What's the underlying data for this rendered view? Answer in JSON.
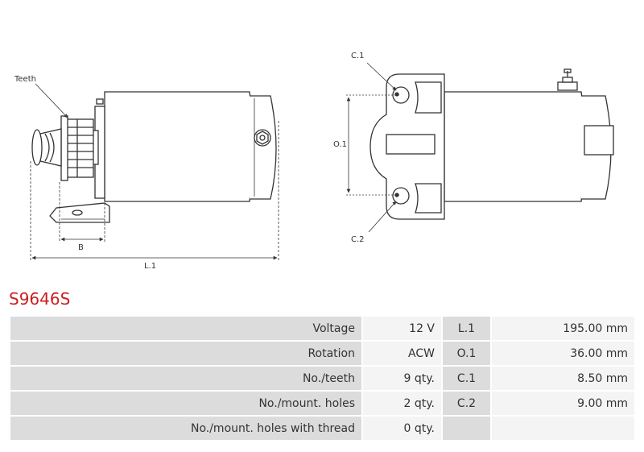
{
  "drawing": {
    "labels": {
      "teeth": "Teeth",
      "b": "B",
      "l1": "L.1",
      "c1": "C.1",
      "c2": "C.2",
      "o1": "O.1"
    }
  },
  "product": {
    "code": "S9646S"
  },
  "specs": {
    "rows": [
      {
        "label": "Voltage",
        "value": "12 V",
        "dim_label": "L.1",
        "dim_value": "195.00 mm"
      },
      {
        "label": "Rotation",
        "value": "ACW",
        "dim_label": "O.1",
        "dim_value": "36.00 mm"
      },
      {
        "label": "No./teeth",
        "value": "9 qty.",
        "dim_label": "C.1",
        "dim_value": "8.50 mm"
      },
      {
        "label": "No./mount. holes",
        "value": "2 qty.",
        "dim_label": "C.2",
        "dim_value": "9.00 mm"
      },
      {
        "label": "No./mount. holes with thread",
        "value": "0 qty.",
        "dim_label": "",
        "dim_value": ""
      }
    ]
  },
  "colors": {
    "title_red": "#cc1f1f",
    "label_cell": "#dcdcdc",
    "value_cell": "#f4f4f4"
  }
}
